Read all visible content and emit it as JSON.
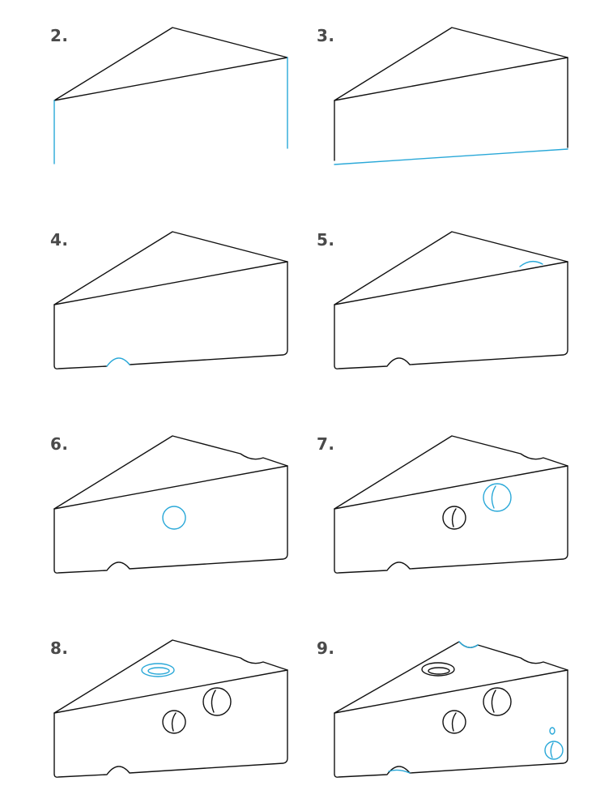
{
  "steps": [
    {
      "label": "2."
    },
    {
      "label": "3."
    },
    {
      "label": "4."
    },
    {
      "label": "5."
    },
    {
      "label": "6."
    },
    {
      "label": "7."
    },
    {
      "label": "8."
    },
    {
      "label": "9."
    }
  ],
  "colors": {
    "outline": "#111111",
    "new_stroke": "#29a8d8",
    "label": "#4a4a4a"
  }
}
